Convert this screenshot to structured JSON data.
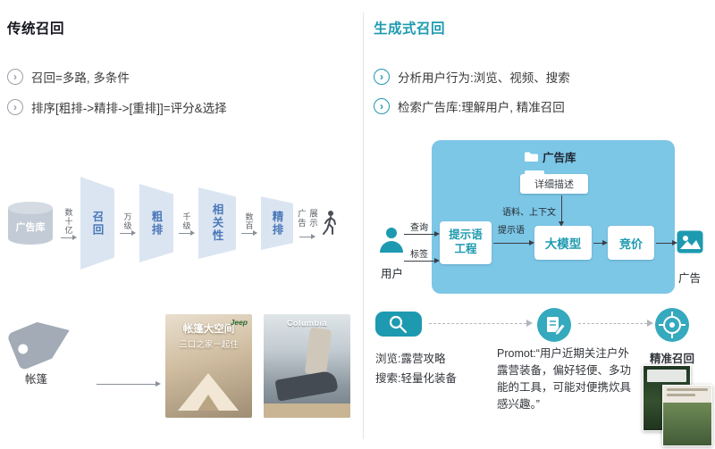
{
  "colors": {
    "accent_teal": "#1d9ab0",
    "flow_bg": "#7cc6e6",
    "funnel_fill": "#dbe5f2",
    "funnel_text": "#4a77b8"
  },
  "icons": {
    "bullet_glyph": "›",
    "bullet": "chevron-circle-icon",
    "source": "database-cylinder-icon",
    "display": "walking-person-icon",
    "tag": "price-tag-icon",
    "library": "folder-icon",
    "user": "person-icon",
    "ad": "image-frame-icon",
    "step1": "search-icon",
    "step2": "prompt-edit-icon",
    "step3": "target-icon"
  },
  "left": {
    "title": "传统召回",
    "bullets": [
      "召回=多路, 多条件",
      "排序[粗排->精排->[重排]]=评分&选择"
    ],
    "funnel": {
      "source": "广告库",
      "edges": [
        "数十亿",
        "万级",
        "千级",
        "数百",
        "广告展示"
      ],
      "stages": [
        "召回",
        "粗排",
        "相关性",
        "精排"
      ]
    },
    "example": {
      "tag_label": "帐篷",
      "ad1": {
        "line1": "帐篷大空间",
        "line2": "三口之家一起住",
        "brand": "Jeep"
      },
      "ad2": {
        "brand": "Columbia"
      }
    }
  },
  "right": {
    "title": "生成式召回",
    "bullets": [
      "分析用户行为:浏览、视频、搜索",
      "检索广告库:理解用户, 精准召回"
    ],
    "flow": {
      "library_label": "广告库",
      "detail_label": "详细描述",
      "corpus_label": "语料、上下文",
      "user_label": "用户",
      "edge_query": "查询",
      "edge_tag": "标签",
      "node_prompt_eng": "提示语工程",
      "edge_prompt": "提示语",
      "node_model": "大模型",
      "node_bid": "竞价",
      "ad_label": "广告"
    },
    "example": {
      "step1_line1": "浏览:露营攻略",
      "step1_line2": "搜索:轻量化装备",
      "step2_text": "Promot:“用户近期关注户外露营装备，偏好轻便、多功能的工具，可能对便携炊具感兴趣。”",
      "step3_label": "精准召回"
    }
  }
}
